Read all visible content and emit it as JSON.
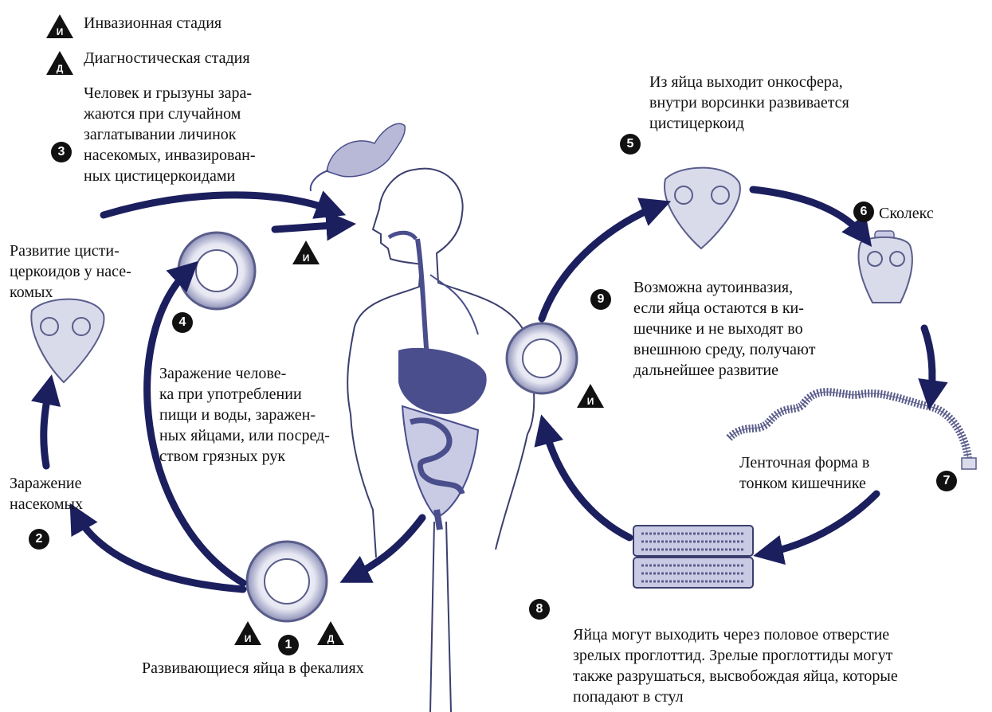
{
  "legend": {
    "invasive": {
      "glyph": "И",
      "label": "Инвазионная стадия"
    },
    "diagnostic": {
      "glyph": "Д",
      "label": "Диагностическая стадия"
    }
  },
  "colors": {
    "arrow": "#1c1f5e",
    "organ_dark": "#4a4e8c",
    "organ_light": "#c9cbe4",
    "egg": "#5a5d8a",
    "badge": "#111111"
  },
  "steps": [
    {
      "num": "1",
      "text": "Развивающиеся яйца в фекалиях"
    },
    {
      "num": "2",
      "text": "Заражение\nнасекомых"
    },
    {
      "num": "3",
      "text": "Человек и грызуны зара-\nжаются при случайном\nзаглатывании личинок\nнасекомых, инвазирован-\nных цистицеркоидами"
    },
    {
      "num": "4",
      "text": "Заражение челове-\nка при употреблении\nпищи и воды, заражен-\nных яйцами, или посред-\nством грязных рук"
    },
    {
      "num": "5",
      "text": "Из яйца выходит онкосфера,\nвнутри ворсинки развивается\nцистицеркоид"
    },
    {
      "num": "6",
      "text": "Сколекс"
    },
    {
      "num": "7",
      "text": "Ленточная форма в\nтонком кишечнике"
    },
    {
      "num": "8",
      "text": "Яйца могут выходить через половое отверстие\nзрелых проглоттид. Зрелые проглоттиды могут\nтакже разрушаться, высвобождая яйца, которые\nпопадают в стул"
    },
    {
      "num": "9",
      "text": "Возможна аутоинвазия,\nесли яйца остаются в ки-\nшечнике и не выходят во\nвнешнюю среду, получают\nдальнейшее развитие"
    }
  ],
  "insect_stage_text": "Развитие цисти-\nцеркоидов у насе-\nкомых"
}
